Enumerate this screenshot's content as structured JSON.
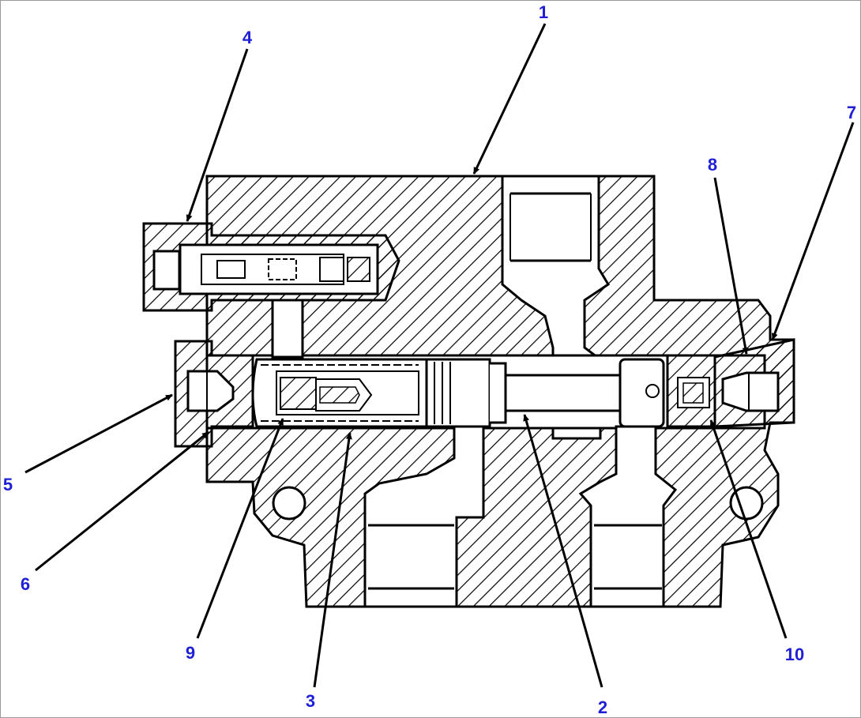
{
  "diagram": {
    "label_color": "#1f1fd6",
    "line_color": "#000000",
    "callouts": {
      "c1": "1",
      "c2": "2",
      "c3": "3",
      "c4": "4",
      "c5": "5",
      "c6": "6",
      "c7": "7",
      "c8": "8",
      "c9": "9",
      "c10": "10"
    }
  }
}
